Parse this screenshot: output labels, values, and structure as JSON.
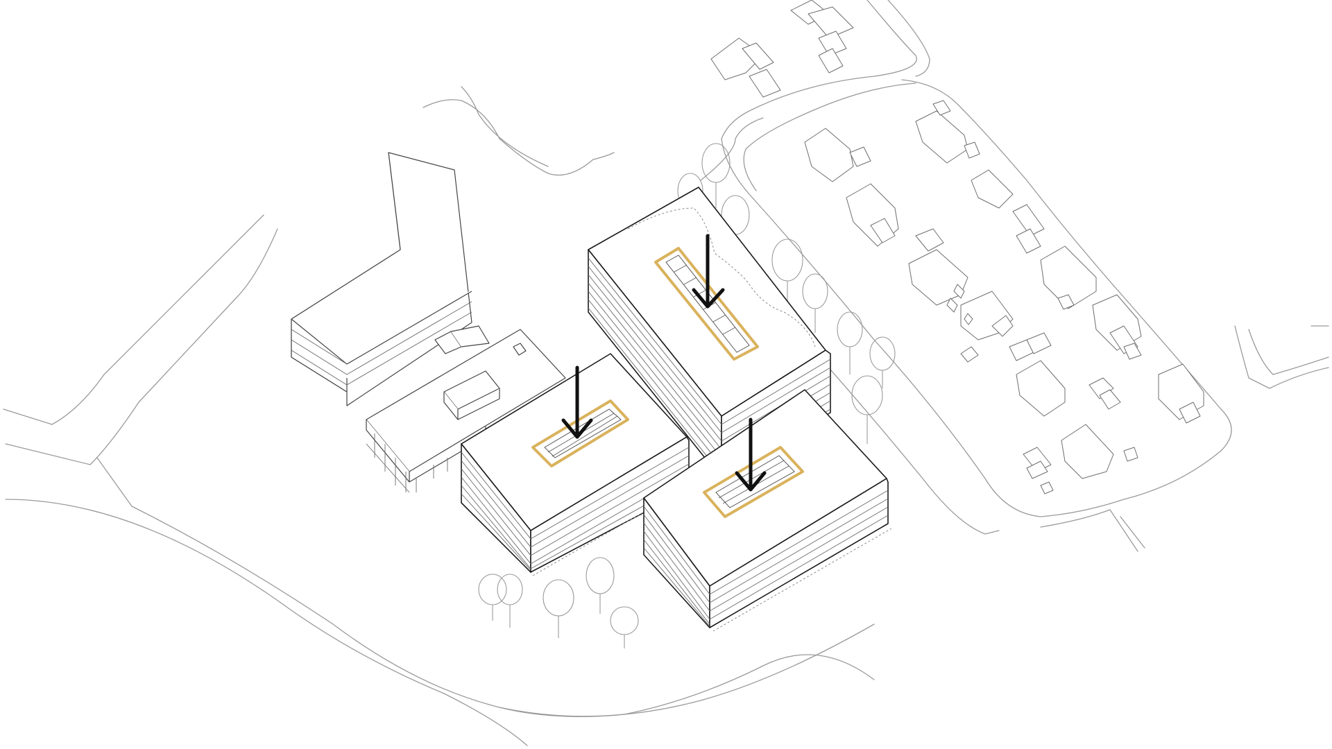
{
  "diagram": {
    "colors": {
      "background": "#ffffff",
      "line": "#1a1a1a",
      "context": "#8a8a8a",
      "courtyard": "#d9b25c",
      "arrow": "#111111"
    },
    "new_buildings": [
      {
        "name": "building-north",
        "courtyard": true,
        "arrow": "down-arrow-icon"
      },
      {
        "name": "building-west",
        "courtyard": true,
        "arrow": "down-arrow-icon"
      },
      {
        "name": "building-south",
        "courtyard": true,
        "arrow": "down-arrow-icon"
      }
    ],
    "existing_buildings": [
      "l-shaped-block",
      "low-pavilion"
    ],
    "context": [
      "roads",
      "houses",
      "trees"
    ]
  }
}
